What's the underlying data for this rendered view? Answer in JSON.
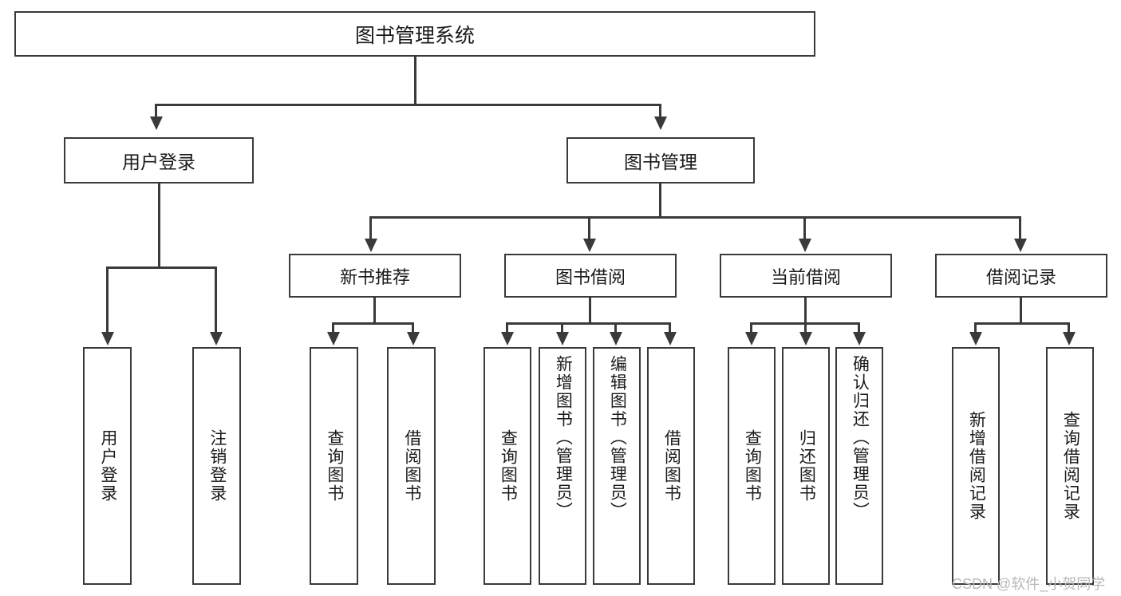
{
  "diagram": {
    "title": "图书管理系统",
    "type": "tree-hierarchy-chart",
    "root": {
      "label": "图书管理系统"
    },
    "level2": [
      {
        "label": "用户登录"
      },
      {
        "label": "图书管理"
      }
    ],
    "level3": [
      {
        "label": "新书推荐"
      },
      {
        "label": "图书借阅"
      },
      {
        "label": "当前借阅"
      },
      {
        "label": "借阅记录"
      }
    ],
    "leaves": {
      "user_login": [
        {
          "label": "用户登录"
        },
        {
          "label": "注销登录"
        }
      ],
      "new_book_recommend": [
        {
          "label": "查询图书"
        },
        {
          "label": "借阅图书"
        }
      ],
      "book_borrow": [
        {
          "label": "查询图书"
        },
        {
          "label": "新增图书（管理员）"
        },
        {
          "label": "编辑图书（管理员）"
        },
        {
          "label": "借阅图书"
        }
      ],
      "current_borrow": [
        {
          "label": "查询图书"
        },
        {
          "label": "归还图书"
        },
        {
          "label": "确认归还（管理员）"
        }
      ],
      "borrow_record": [
        {
          "label": "新增借阅记录"
        },
        {
          "label": "查询借阅记录"
        }
      ]
    }
  },
  "watermark": {
    "text": "CSDN @软件_小贺同学"
  },
  "colors": {
    "stroke": "#3a3a3a",
    "background": "#ffffff",
    "text": "#1a1a1a",
    "watermark": "#b8b8b8"
  }
}
